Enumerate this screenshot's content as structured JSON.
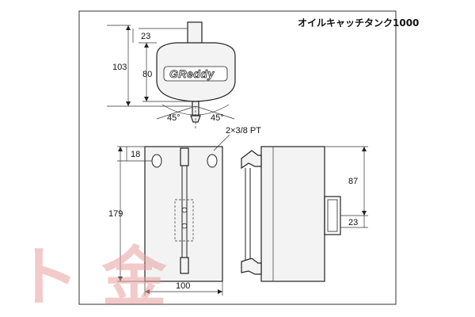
{
  "title": "オイルキャッチタンク1000",
  "logo": "GReddy",
  "top_view": {
    "dim_top": "23",
    "dim_height": "103",
    "dim_body": "80",
    "angle_left": "45°",
    "angle_right": "45°"
  },
  "front_view": {
    "port_note": "2×3/8 PT",
    "dim_hole": "18",
    "dim_height": "179",
    "dim_width": "100"
  },
  "side_view": {
    "dim_87": "87",
    "dim_23": "23"
  },
  "watermark": "ト 金",
  "colors": {
    "line": "#222222",
    "watermark": "#e8a0a0"
  }
}
